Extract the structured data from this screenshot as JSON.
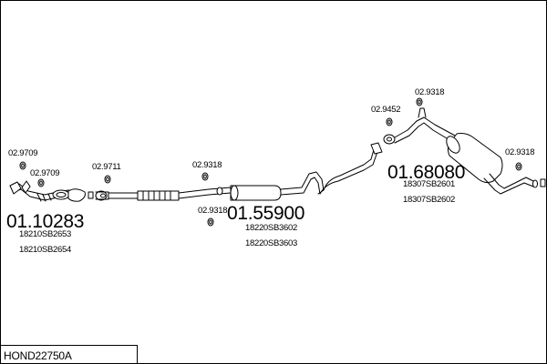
{
  "diagram": {
    "model_code": "HOND22750A",
    "front_section": {
      "part_number": "01.10283",
      "oem_refs": [
        "18210SB2653",
        "18210SB2654"
      ],
      "clamp_refs": [
        "02.9709",
        "02.9709"
      ]
    },
    "middle_section": {
      "part_number": "01.55900",
      "oem_refs": [
        "18220SB3602",
        "18220SB3603"
      ],
      "clamp_refs": [
        "02.9711",
        "02.9318",
        "02.9318"
      ]
    },
    "rear_section": {
      "part_number": "01.68080",
      "oem_refs": [
        "18307SB2601",
        "18307SB2602"
      ],
      "clamp_refs": [
        "02.9452",
        "02.9318",
        "02.9318"
      ]
    }
  }
}
